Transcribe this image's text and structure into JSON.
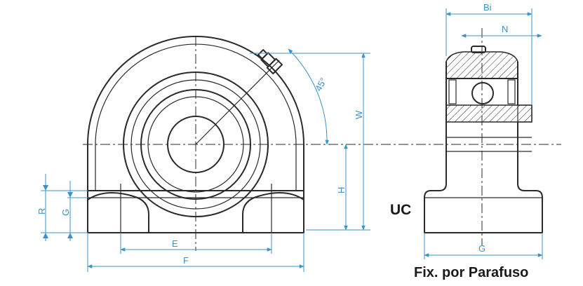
{
  "model_label": "UC",
  "caption": "Fix. por Parafuso",
  "dimensions": {
    "bi": "Bi",
    "n": "N",
    "angle": "45°",
    "w": "W",
    "h": "H",
    "r": "R",
    "g_front": "G",
    "g_side": "G",
    "e": "E",
    "f": "F"
  },
  "colors": {
    "line": "#2a2a2a",
    "dimension": "#3b93c9"
  }
}
